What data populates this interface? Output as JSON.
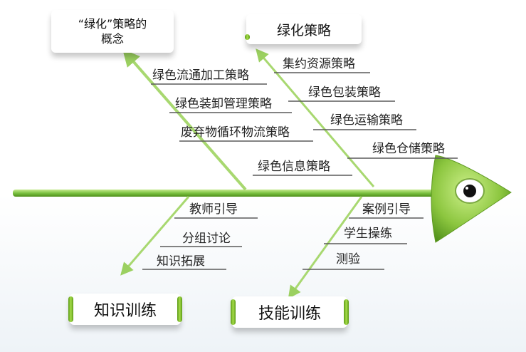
{
  "nodes": {
    "concept": "“绿化”策略的概念",
    "strategy": "绿化策略",
    "knowledge": "知识训练",
    "skill": "技能训练"
  },
  "branches": {
    "top_left": [
      "绿色流通加工策略",
      "绿色装卸管理策略",
      "废弃物循环物流策略",
      "绿色信息策略"
    ],
    "top_right": [
      "集约资源策略",
      "绿色包装策略",
      "绿色运输策略",
      "绿色仓储策略"
    ],
    "bottom_left": [
      "教师引导",
      "分组讨论",
      "知识拓展"
    ],
    "bottom_right": [
      "案例引导",
      "学生操练",
      "测验"
    ]
  },
  "colors": {
    "spine": "#7cc242",
    "head": "#8cc63f",
    "branch": "#a8d870",
    "underline": "#5a5a5a"
  }
}
